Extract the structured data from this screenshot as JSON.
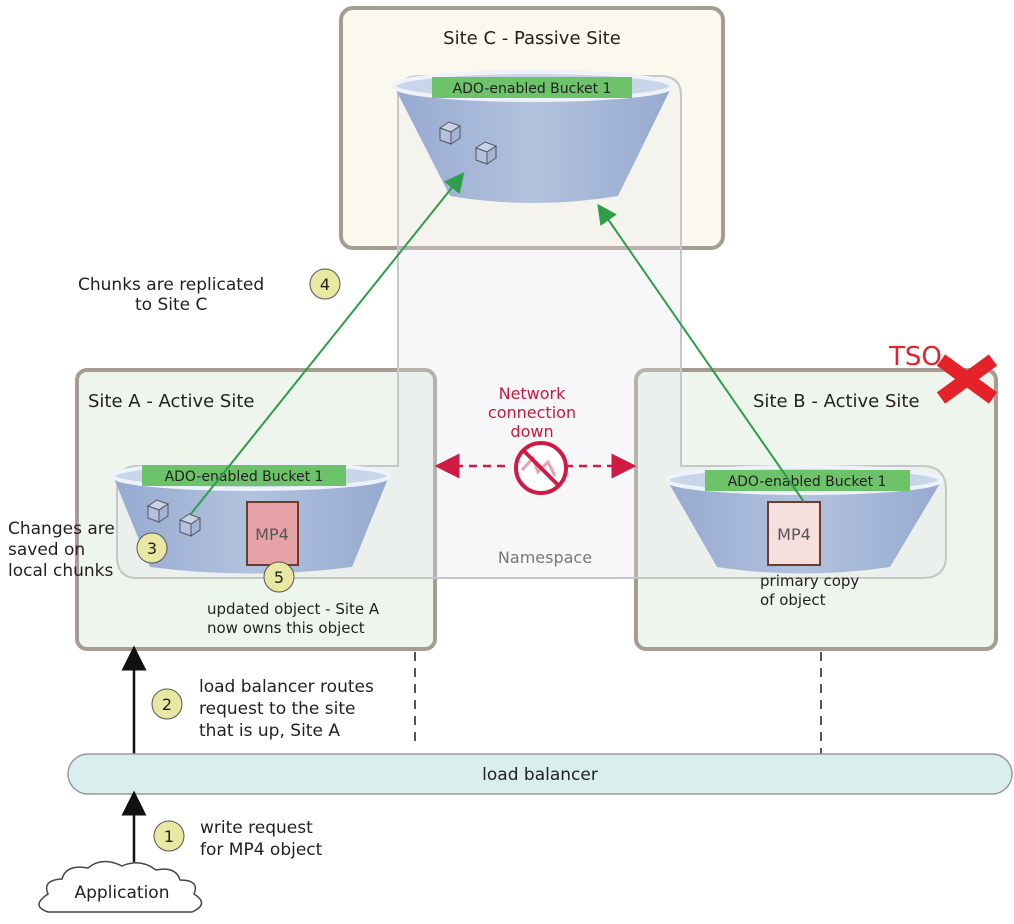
{
  "colors": {
    "site_border": "#a79c91",
    "site_c_fill": "#fbf9ee",
    "site_ab_fill": "#eef5ec",
    "bucket_fill": "#a6b7d6",
    "bucket_label_bg": "#6cc36a",
    "replication_arrow": "#2f9e48",
    "network_down": "#d01a44",
    "tso_red": "#e5212a",
    "step_badge": "#e9e8a2",
    "load_balancer_fill": "#d9efed",
    "mp4_site_a": "#e5a3a8",
    "mp4_site_b": "#f4dede"
  },
  "sites": {
    "site_c": {
      "title": "Site C - Passive Site",
      "bucket_label": "ADO-enabled Bucket 1"
    },
    "site_a": {
      "title": "Site A - Active Site",
      "bucket_label": "ADO-enabled Bucket 1",
      "object_label": "MP4"
    },
    "site_b": {
      "title": "Site B - Active Site",
      "bucket_label": "ADO-enabled Bucket 1",
      "object_label": "MP4"
    }
  },
  "tso_label": "TSO",
  "network": {
    "line1": "Network",
    "line2": "connection",
    "line3": "down"
  },
  "namespace_label": "Namespace",
  "load_balancer_label": "load balancer",
  "application_label": "Application",
  "steps": [
    {
      "number": "1",
      "lines": [
        "write request",
        "for MP4 object"
      ]
    },
    {
      "number": "2",
      "lines": [
        "load balancer routes",
        "request to the site",
        "that is up, Site A"
      ]
    },
    {
      "number": "3",
      "lines": [
        "Changes are",
        "saved on",
        "local chunks"
      ]
    },
    {
      "number": "4",
      "lines": [
        "Chunks are replicated",
        "to Site C"
      ]
    },
    {
      "number": "5",
      "lines": [
        "updated object - Site A",
        "now owns this object"
      ]
    }
  ],
  "primary_copy": {
    "line1": "primary copy",
    "line2": "of object"
  },
  "icons": [
    "chunk-cube-icon",
    "no-connection-icon",
    "tso-x-icon",
    "cloud-icon",
    "arrow-icon"
  ]
}
